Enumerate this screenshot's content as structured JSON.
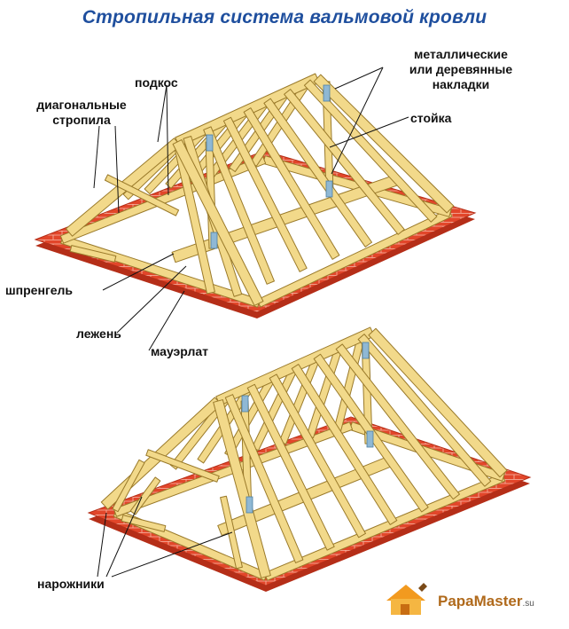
{
  "title": "Стропильная система вальмовой кровли",
  "labels": {
    "podkos": "подкос",
    "diag_1": "диагональные",
    "diag_2": "стропила",
    "metal_1": "металлические",
    "metal_2": "или деревянные",
    "metal_3": "накладки",
    "stoyka": "стойка",
    "shprengel": "шпренгель",
    "lezhen": "лежень",
    "mauerlat": "мауэрлат",
    "narozhniki": "нарожники"
  },
  "logo": {
    "brand": "PapaMaster",
    "suffix": ".su"
  },
  "colors": {
    "title": "#1f4f9e",
    "wood": "#f2d98a",
    "wood_edge": "#9a7a2a",
    "brick": "#e2462a",
    "brick_dark": "#b52e18",
    "metal": "#8fb8d4"
  }
}
